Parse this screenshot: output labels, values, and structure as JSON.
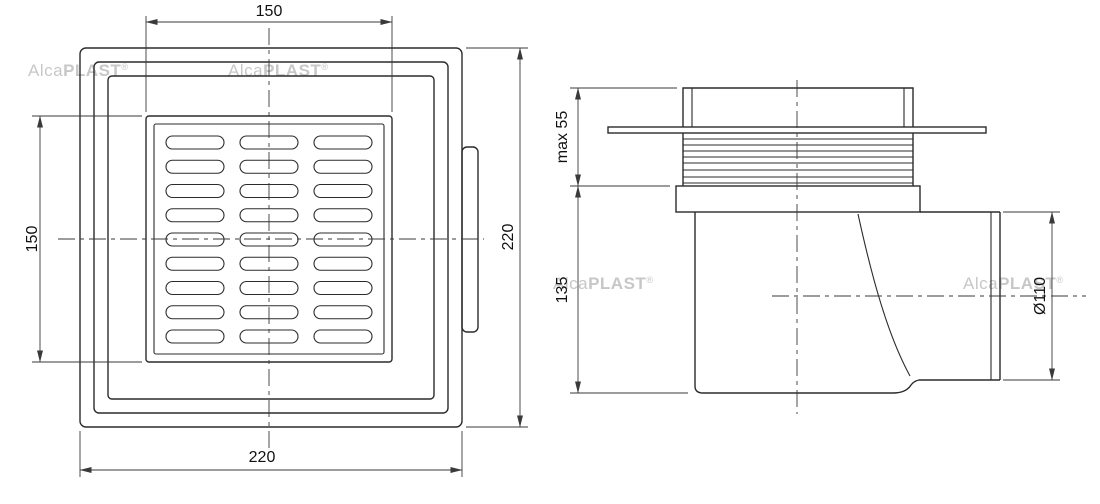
{
  "watermark": {
    "alca": "Alca",
    "plast": "PLAST",
    "reg": "®"
  },
  "top_view": {
    "dim_grate_width": "150",
    "dim_grate_height": "150",
    "dim_body_height": "220",
    "dim_body_width": "220",
    "grate": {
      "rows": 9,
      "cols": 3
    }
  },
  "side_view": {
    "dim_collar_max": "max 55",
    "dim_height": "135",
    "dim_outlet_diameter": "Ø110"
  }
}
